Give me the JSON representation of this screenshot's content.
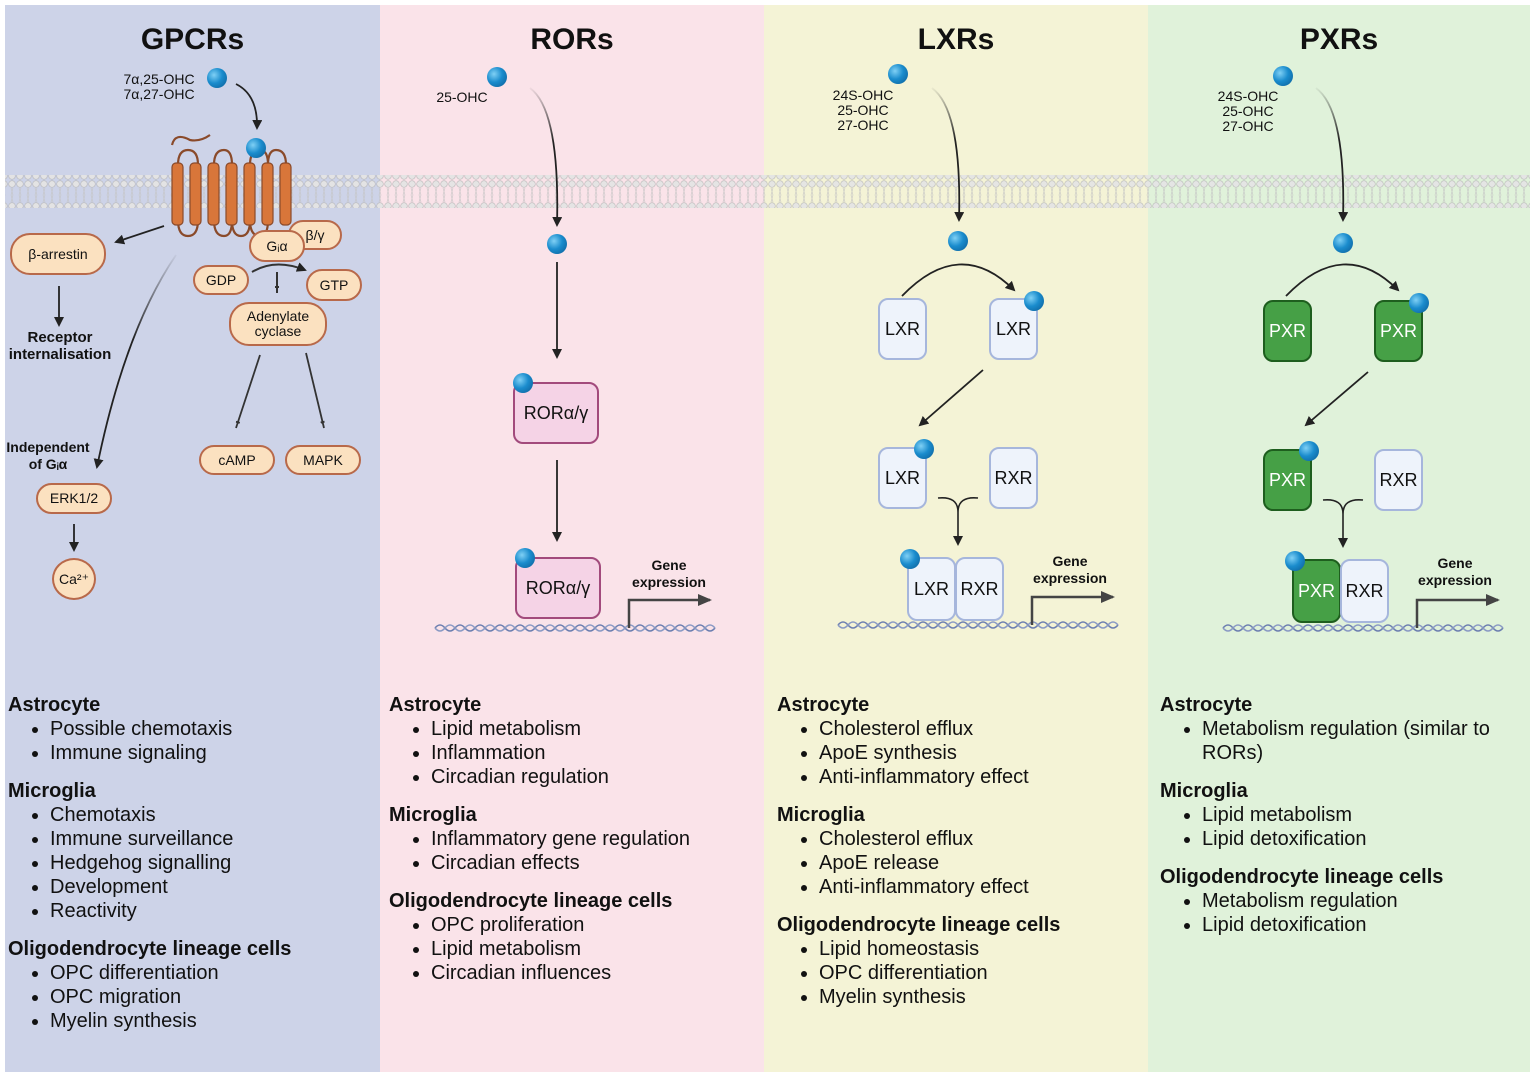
{
  "panels": [
    {
      "title": "GPCRs",
      "ligands": [
        "7α,25-OHC",
        "7α,27-OHC"
      ],
      "nodes": {
        "beta_arrestin": "β-arrestin",
        "receptor_internalisation": "Receptor internalisation",
        "gi_alpha": "Gᵢα",
        "beta_gamma": "β/γ",
        "gdp": "GDP",
        "gtp": "GTP",
        "adenylate_cyclase": "Adenylate cyclase",
        "camp": "cAMP",
        "mapk": "MAPK",
        "independent": "Independent of Gᵢα",
        "erk": "ERK1/2",
        "ca": "Ca²⁺"
      },
      "functions": [
        {
          "cell": "Astrocyte",
          "items": [
            "Possible chemotaxis",
            "Immune signaling"
          ]
        },
        {
          "cell": "Microglia",
          "items": [
            "Chemotaxis",
            "Immune surveillance",
            "Hedgehog signalling",
            "Development",
            "Reactivity"
          ]
        },
        {
          "cell": "Oligodendrocyte lineage cells",
          "items": [
            "OPC differentiation",
            "OPC migration",
            "Myelin synthesis"
          ]
        }
      ]
    },
    {
      "title": "RORs",
      "ligands": [
        "25-OHC"
      ],
      "receptor": "RORα/γ",
      "gene_expression": "Gene expression",
      "functions": [
        {
          "cell": "Astrocyte",
          "items": [
            "Lipid metabolism",
            "Inflammation",
            "Circadian regulation"
          ]
        },
        {
          "cell": "Microglia",
          "items": [
            "Inflammatory gene regulation",
            "Circadian effects"
          ]
        },
        {
          "cell": "Oligodendrocyte lineage cells",
          "items": [
            "OPC proliferation",
            "Lipid metabolism",
            "Circadian influences"
          ]
        }
      ]
    },
    {
      "title": "LXRs",
      "ligands": [
        "24S-OHC",
        "25-OHC",
        "27-OHC"
      ],
      "receptor": "LXR",
      "partner": "RXR",
      "gene_expression": "Gene expression",
      "functions": [
        {
          "cell": "Astrocyte",
          "items": [
            "Cholesterol efflux",
            "ApoE synthesis",
            "Anti-inflammatory effect"
          ]
        },
        {
          "cell": "Microglia",
          "items": [
            "Cholesterol efflux",
            "ApoE release",
            "Anti-inflammatory effect"
          ]
        },
        {
          "cell": "Oligodendrocyte lineage cells",
          "items": [
            "Lipid homeostasis",
            "OPC differentiation",
            "Myelin synthesis"
          ]
        }
      ]
    },
    {
      "title": "PXRs",
      "ligands": [
        "24S-OHC",
        "25-OHC",
        "27-OHC"
      ],
      "receptor": "PXR",
      "partner": "RXR",
      "gene_expression": "Gene expression",
      "functions": [
        {
          "cell": "Astrocyte",
          "items": [
            "Metabolism regulation (similar to RORs)"
          ]
        },
        {
          "cell": "Microglia",
          "items": [
            "Lipid metabolism",
            "Lipid detoxification"
          ]
        },
        {
          "cell": "Oligodendrocyte lineage cells",
          "items": [
            "Metabolism regulation",
            "Lipid detoxification"
          ]
        }
      ]
    }
  ],
  "colors": {
    "gpcr_bg": "#cdd3e8",
    "ror_bg": "#fae3e9",
    "lxr_bg": "#f4f3d6",
    "pxr_bg": "#e0f2da",
    "receptor_orange": "#d8763a",
    "ligand_blue": "#1a8ccd",
    "pxr_green": "#46a046"
  }
}
